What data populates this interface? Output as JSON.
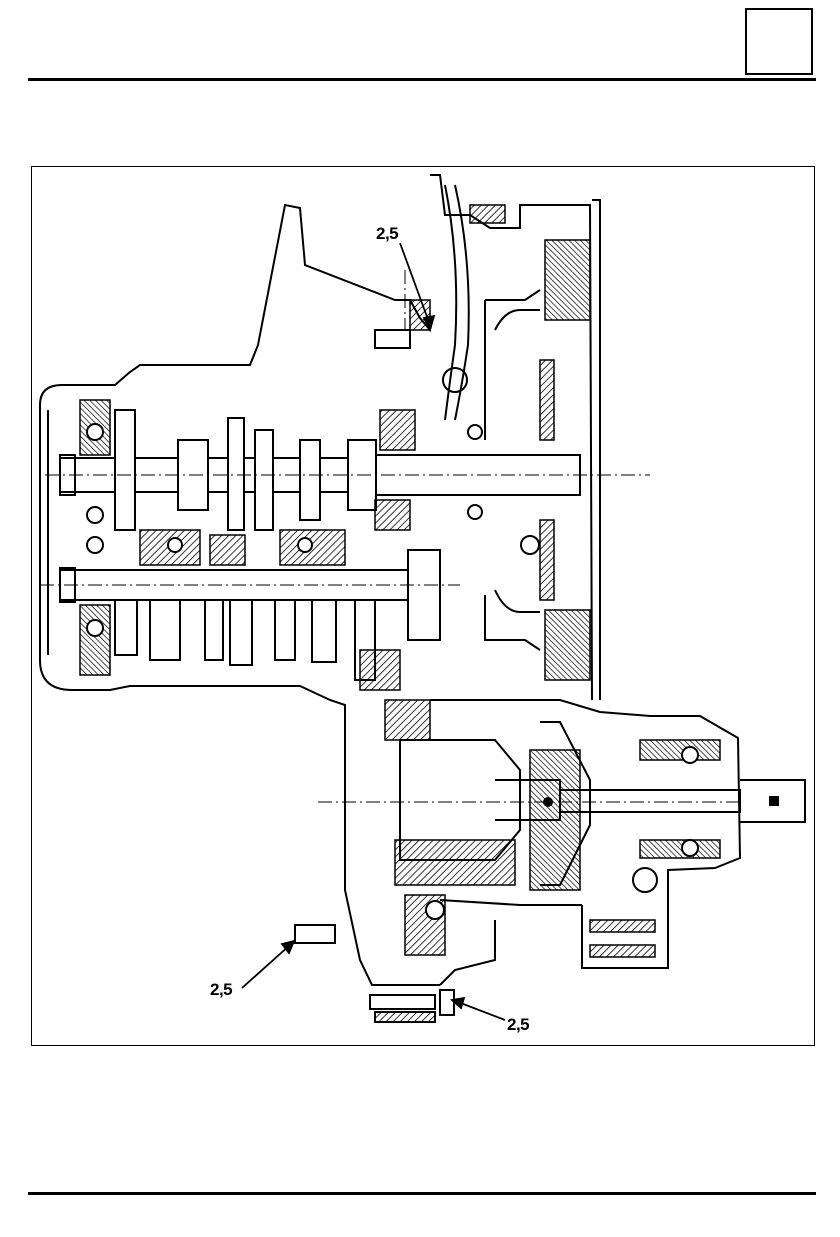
{
  "page": {
    "corner_box_text": ""
  },
  "figure": {
    "labels": {
      "torque_top": "2,5",
      "torque_bottom_left": "2,5",
      "torque_bottom_right": "2,5"
    }
  }
}
